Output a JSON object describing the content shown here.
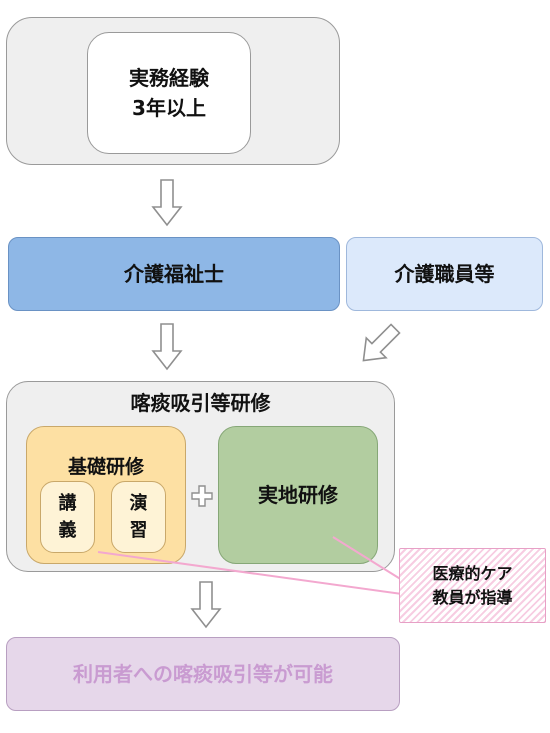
{
  "diagram": {
    "experience": {
      "line1": "実務経験",
      "line2": "3年以上"
    },
    "caregiver_certified": "介護福祉士",
    "care_staff": "介護職員等",
    "training": {
      "title": "喀痰吸引等研修",
      "basic": {
        "title": "基礎研修",
        "lecture": {
          "c1": "講",
          "c2": "義"
        },
        "exercise": {
          "c1": "演",
          "c2": "習"
        }
      },
      "plus": "+",
      "practical": "実地研修"
    },
    "instructor": {
      "line1": "医療的ケア",
      "line2": "教員が指導"
    },
    "result": "利用者への喀痰吸引等が可能"
  },
  "colors": {
    "blue": "#8eb7e6",
    "light_blue": "#dce9fb",
    "orange": "#fde0a3",
    "green": "#b2cda0",
    "pink": "#f3a8cf",
    "purple": "#e6d7ea",
    "purple_text": "#c99bd1"
  }
}
